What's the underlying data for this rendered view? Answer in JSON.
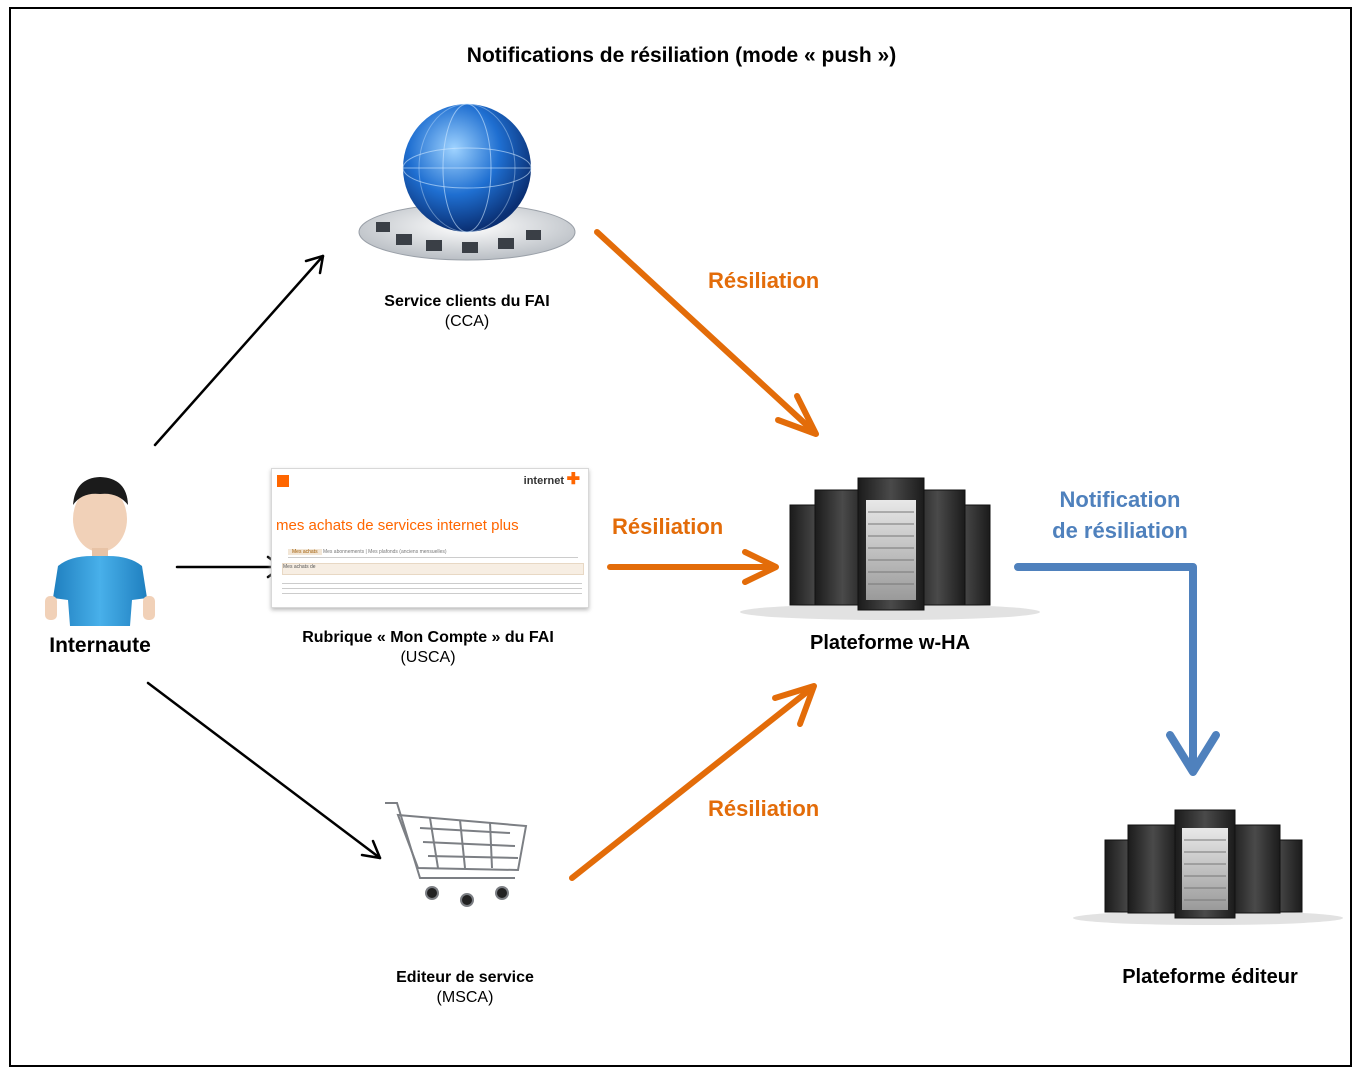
{
  "title": "Notifications de résiliation (mode « push »)",
  "nodes": {
    "internaute": {
      "label": "Internaute"
    },
    "cca": {
      "label": "Service clients du FAI",
      "sub": "(CCA)"
    },
    "usca": {
      "label": "Rubrique « Mon Compte » du FAI",
      "sub": "(USCA)"
    },
    "msca": {
      "label": "Editeur de service",
      "sub": "(MSCA)"
    },
    "wha": {
      "label": "Plateforme w-HA"
    },
    "editeur": {
      "label": "Plateforme éditeur"
    }
  },
  "edges": {
    "cca_to_wha": "Résiliation",
    "usca_to_wha": "Résiliation",
    "msca_to_wha": "Résiliation",
    "wha_to_editeur_line1": "Notification",
    "wha_to_editeur_line2": "de résiliation"
  },
  "usca_screenshot": {
    "brand": "internet",
    "heading": "mes achats de services internet plus",
    "tab_active": "Mes achats",
    "tab_other": "Mes abonnements | Mes plafonds (anciens mensuelles)",
    "filter_label": "Mes achats de"
  },
  "colors": {
    "orange": "#E36C09",
    "blue": "#4F81BD",
    "black": "#000000"
  }
}
